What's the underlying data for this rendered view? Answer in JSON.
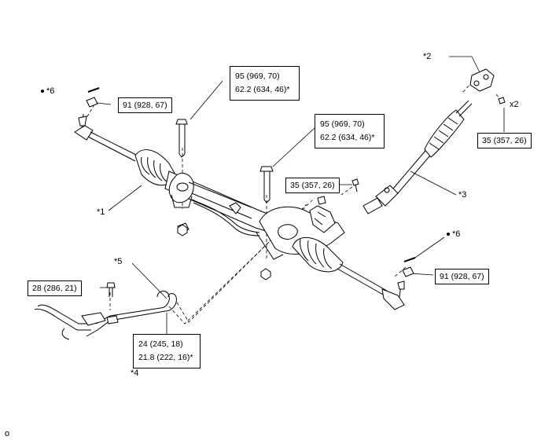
{
  "callouts": {
    "c1": "*1",
    "c2": "*2",
    "c3": "*3",
    "c4": "*4",
    "c5": "*5",
    "c6_left": "*6",
    "c6_right": "*6"
  },
  "torques": {
    "bolt_left_line1": "95 (969, 70)",
    "bolt_left_line2": "62.2 (634, 46)*",
    "bolt_right_line1": "95 (969, 70)",
    "bolt_right_line2": "62.2 (634, 46)*",
    "nut_left": "91 (928, 67)",
    "nut_right": "91 (928, 67)",
    "joint_bolt": "35 (357, 26)",
    "cover_bolt": "35 (357, 26)",
    "bracket_bolt": "28 (286, 21)",
    "union_line1": "24 (245, 18)",
    "union_line2": "21.8 (222, 16)*"
  },
  "quantity": "x2",
  "footer_code": "o"
}
